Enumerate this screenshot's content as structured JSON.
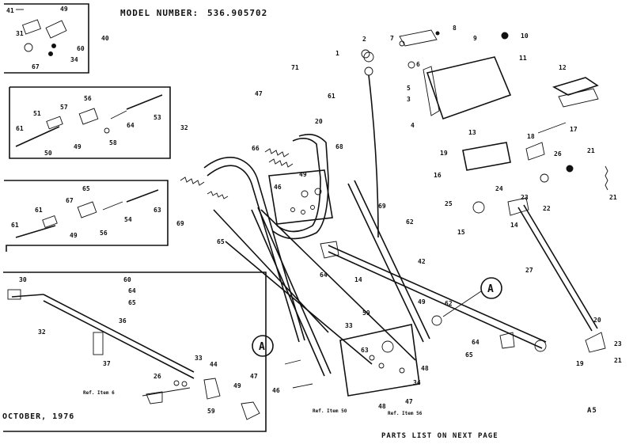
{
  "header": {
    "model_label": "MODEL NUMBER:",
    "model_number": "536.905702"
  },
  "footer": {
    "date": "OCTOBER, 1976",
    "parts_note": "PARTS LIST ON NEXT PAGE",
    "code": "A5"
  },
  "callouts": {
    "connector": "A"
  },
  "references": {
    "ref_item_6": "Ref. Item 6",
    "ref_item_50": "Ref. Item 50",
    "ref_item_56": "Ref. Item 56"
  },
  "labels": {
    "l41a": "41",
    "l49a": "49",
    "l40a": "40",
    "l31a": "31",
    "l60a": "60",
    "l34a": "34",
    "l67a": "67",
    "l56a": "56",
    "l57a": "57",
    "l51a": "51",
    "l64a": "64",
    "l53a": "53",
    "l32a": "32",
    "l61a": "61",
    "l50a": "50",
    "l49b": "49",
    "l58a": "58",
    "l65a": "65",
    "l67b": "67",
    "l61b": "61",
    "l54a": "54",
    "l63a": "63",
    "l69a": "69",
    "l49c": "49",
    "l56b": "56",
    "l61c": "61",
    "l60b": "60",
    "l64b": "64",
    "l65b": "65",
    "l36a": "36",
    "l32b": "32",
    "l37a": "37",
    "l30a": "30",
    "l33a": "33",
    "l26a": "26",
    "l44a": "44",
    "l47a": "47",
    "l49d": "49",
    "l59a": "59",
    "l71a": "71",
    "l47b": "47",
    "l61d": "61",
    "l20a": "20",
    "l68a": "68",
    "l66a": "66",
    "l49e": "49",
    "l46a": "46",
    "l65c": "65",
    "l64c": "64",
    "l69b": "69",
    "l62a": "62",
    "l42a": "42",
    "l14a": "14",
    "l1a": "1",
    "l2a": "2",
    "l7a": "7",
    "l8a": "8",
    "l9a": "9",
    "l10a": "10",
    "l11a": "11",
    "l12a": "12",
    "l6a": "6",
    "l5a": "5",
    "l3a": "3",
    "l4a": "4",
    "l13a": "13",
    "l19a": "19",
    "l16a": "16",
    "l18a": "18",
    "l17a": "17",
    "l26b": "26",
    "l21a": "21",
    "l21b": "21",
    "l23a": "23",
    "l24a": "24",
    "l22a": "22",
    "l25a": "25",
    "l15a": "15",
    "l14b": "14",
    "l27a": "27",
    "l49f": "49",
    "l62b": "62",
    "l64d": "64",
    "l65d": "65",
    "l48a": "48",
    "l34b": "34",
    "l47c": "47",
    "l48b": "48",
    "l46b": "46",
    "l33b": "33",
    "l59b": "59",
    "l63b": "63",
    "l20b": "20",
    "l23b": "23",
    "l19b": "19",
    "l21c": "21"
  }
}
